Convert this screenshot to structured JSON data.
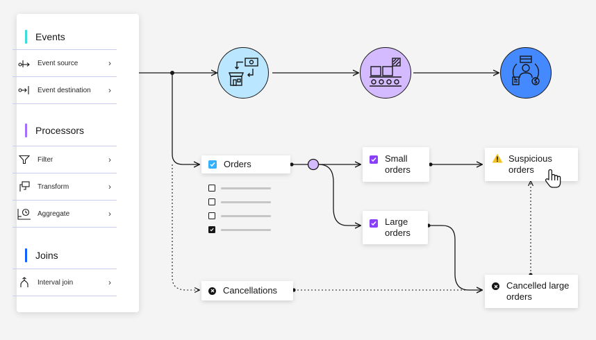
{
  "palette": {
    "events": {
      "title": "Events",
      "accent": "#3ddbd9",
      "items": [
        {
          "label": "Event source",
          "icon": "event-source-icon"
        },
        {
          "label": "Event destination",
          "icon": "event-destination-icon"
        }
      ]
    },
    "processors": {
      "title": "Processors",
      "accent": "#a56eff",
      "items": [
        {
          "label": "Filter",
          "icon": "filter-icon"
        },
        {
          "label": "Transform",
          "icon": "transform-icon"
        },
        {
          "label": "Aggregate",
          "icon": "aggregate-icon"
        }
      ]
    },
    "joins": {
      "title": "Joins",
      "accent": "#0f62fe",
      "items": [
        {
          "label": "Interval join",
          "icon": "interval-join-icon"
        }
      ]
    }
  },
  "stages": [
    {
      "icon": "store-payment-icon",
      "color": "#bae6ff"
    },
    {
      "icon": "conveyor-boxes-icon",
      "color": "#d4bbff"
    },
    {
      "icon": "customer-finance-icon",
      "color": "#4589ff"
    }
  ],
  "nodes": {
    "orders": {
      "label": "Orders",
      "check_color": "#33b1ff"
    },
    "small_orders": {
      "label": "Small orders",
      "check_color": "#8a3ffc"
    },
    "large_orders": {
      "label": "Large orders",
      "check_color": "#8a3ffc"
    },
    "suspicious_orders": {
      "label": "Suspicious orders",
      "icon": "warning-icon",
      "icon_color": "#f1c21b"
    },
    "cancellations": {
      "label": "Cancellations",
      "icon": "close-filled-icon"
    },
    "cancelled_large_orders": {
      "label": "Cancelled large orders",
      "icon": "close-filled-icon"
    }
  },
  "orders_checklist": [
    {
      "checked": false
    },
    {
      "checked": false
    },
    {
      "checked": false
    },
    {
      "checked": true
    }
  ],
  "branch_point_color": "#d4bbff",
  "cursor_icon": "hand-pointer-icon"
}
